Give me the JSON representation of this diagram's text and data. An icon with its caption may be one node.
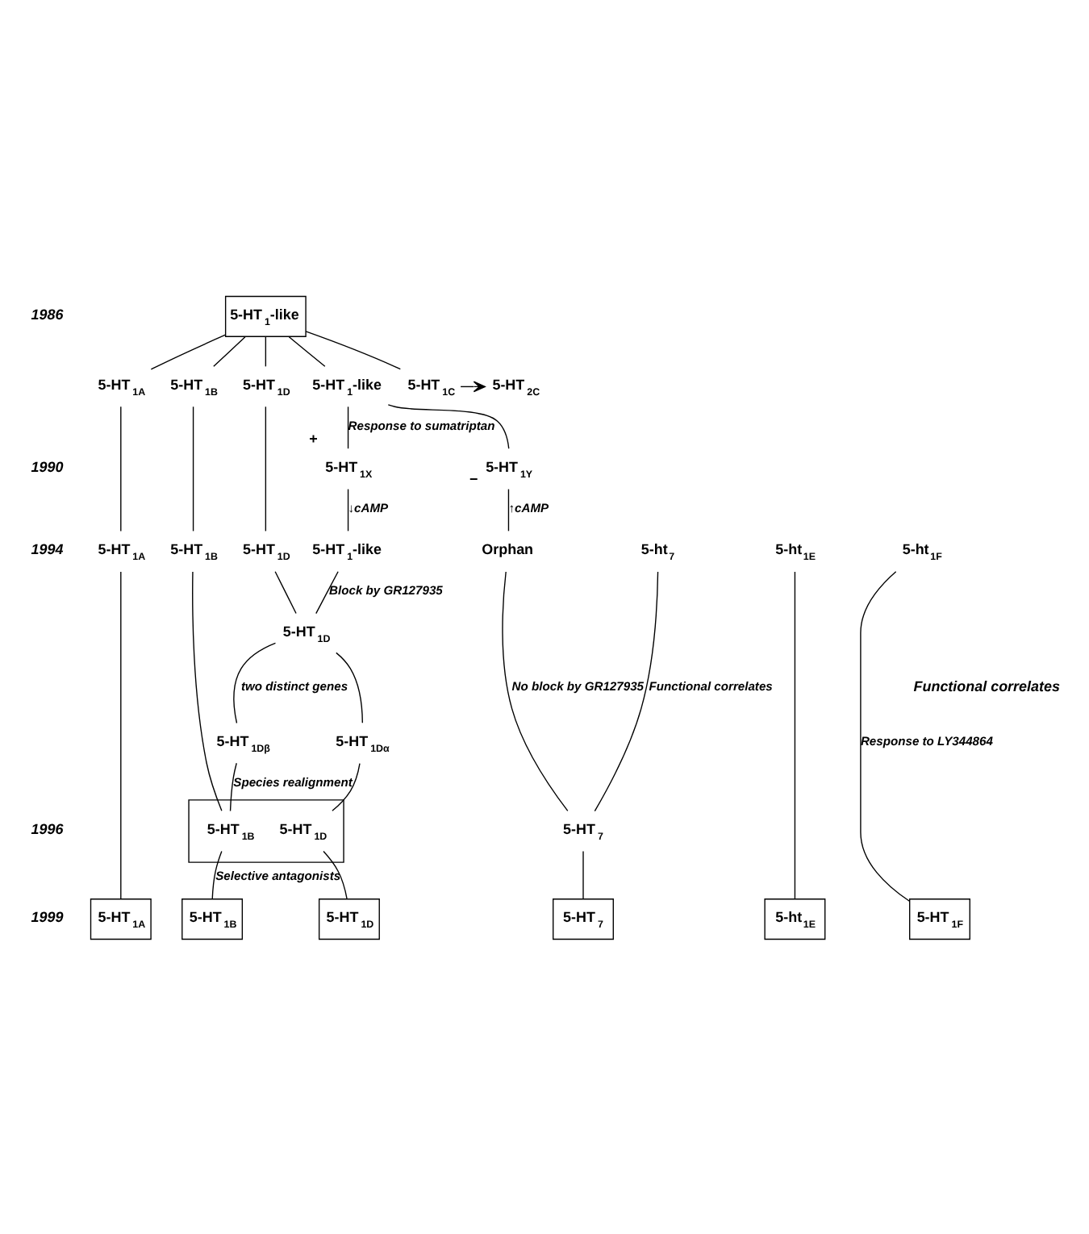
{
  "diagram": {
    "nodes": [
      {
        "text": [
          "5-HT$_{1}$-like"
        ]
      },
      {
        "text": [
          "5-HT$_{1A}$"
        ]
      },
      {
        "text": [
          "5-HT$_{1B}$"
        ]
      },
      {
        "text": [
          "5-HT$_{1D}$"
        ]
      },
      {
        "text": [
          "5-HT$_{1}$-like"
        ]
      },
      {
        "text": [
          "5-HT$_{1C}$"
        ]
      },
      {
        "text": [
          "5-HT$_{2C}$"
        ]
      },
      {
        "text": [
          "5-HT$_{1X}$"
        ],
        "beside": [
          "+"
        ]
      },
      {
        "text": [
          "5-HT$_{1Y}$"
        ],
        "beside": [
          "−"
        ]
      },
      {
        "text": [
          "5-HT$_{1A}$"
        ]
      },
      {
        "text": [
          "5-HT$_{1B}$"
        ]
      },
      {
        "text": [
          "5-HT$_{1D}$"
        ]
      },
      {
        "text": [
          "5-HT$_{1}$-like"
        ]
      },
      {
        "text": [
          "Orphan"
        ]
      },
      {
        "text": [
          "5-ht$_{7}$"
        ]
      },
      {
        "text": [
          "5-ht$_{1E}$"
        ]
      },
      {
        "text": [
          "5-ht$_{1F}$"
        ]
      },
      {
        "text": [
          "5-HT$_{1D}$"
        ]
      },
      {
        "text": [
          "5-HT$_{1Dβ}$"
        ]
      },
      {
        "text": [
          "5-HT$_{1Dα}$"
        ]
      },
      {
        "text": [],
        "shape": "box"
      },
      {
        "text": [
          "5-HT$_{1B}$"
        ],
        "in": 20
      },
      {
        "text": [
          "5-HT$_{1D}$"
        ],
        "in": 20
      },
      {
        "text": [
          "5-HT$_{7}$"
        ]
      },
      {
        "text": [
          "5-HT$_{1A}$"
        ]
      },
      {
        "text": [
          "5-HT$_{1B}$"
        ]
      },
      {
        "text": [
          "5-HT$_{1D}$"
        ]
      },
      {
        "text": [
          "5-HT$_{7}$"
        ]
      },
      {
        "text": [
          "5-ht$_{1E}$"
        ]
      },
      {
        "text": [
          "5-HT$_{1F}$"
        ]
      }
    ],
    "edges": [
      {
        "from": 0,
        "to": 1,
        "arrow": "none"
      },
      {
        "from": 0,
        "to": 2,
        "arrow": "none"
      },
      {
        "from": 0,
        "to": 3,
        "arrow": "none"
      },
      {
        "from": 0,
        "to": 4,
        "arrow": "none"
      },
      {
        "from": 0,
        "to": 5,
        "arrow": "none"
      },
      {
        "from": 5,
        "to": 6,
        "arrow": "to"
      },
      {
        "from": 4,
        "to": 7,
        "arrow": "none",
        "label": "Response to sumatriptan"
      },
      {
        "from": 4,
        "to": 8,
        "arrow": "none"
      },
      {
        "from": 1,
        "to": 9,
        "arrow": "none"
      },
      {
        "from": 2,
        "to": 10,
        "arrow": "none"
      },
      {
        "from": 3,
        "to": 11,
        "arrow": "none"
      },
      {
        "from": 7,
        "to": 12,
        "arrow": "none",
        "label": "↓cAMP"
      },
      {
        "from": 8,
        "to": 13,
        "arrow": "none",
        "label": "↑cAMP"
      },
      {
        "from": 11,
        "to": 17,
        "arrow": "none"
      },
      {
        "from": 12,
        "to": 17,
        "arrow": "none",
        "label": "Block by GR127935"
      },
      {
        "from": 13,
        "to": 23,
        "arrow": "none",
        "label": "No block by GR127935"
      },
      {
        "from": 14,
        "to": 23,
        "arrow": "none",
        "label": "Functional correlates"
      },
      {
        "from": 17,
        "to": 18,
        "arrow": "none",
        "label": "two distinct genes"
      },
      {
        "from": 17,
        "to": 19,
        "arrow": "none"
      },
      {
        "from": 10,
        "to": 21,
        "arrow": "none"
      },
      {
        "from": 18,
        "to": 21,
        "arrow": "none",
        "label": "Species realignment"
      },
      {
        "from": 19,
        "to": 22,
        "arrow": "none"
      },
      {
        "from": 16,
        "to": 29,
        "arrow": "none",
        "label": "Response to LY344864"
      },
      {
        "from": 9,
        "to": 24,
        "arrow": "none"
      },
      {
        "from": 21,
        "to": 25,
        "arrow": "none",
        "label": "Selective antagonists"
      },
      {
        "from": 22,
        "to": 26,
        "arrow": "none"
      },
      {
        "from": 23,
        "to": 27,
        "arrow": "none"
      },
      {
        "from": 15,
        "to": 28,
        "arrow": "none"
      }
    ],
    "labels": [
      "1986",
      "1990",
      "1994",
      "1996",
      "1999",
      "Functional correlates"
    ]
  }
}
